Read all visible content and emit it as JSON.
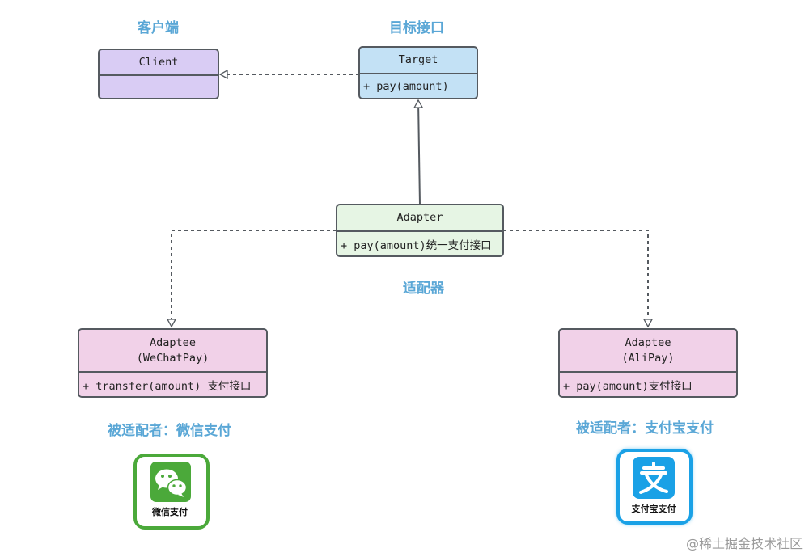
{
  "labels": {
    "client_caption": "客户端",
    "target_caption": "目标接口",
    "adapter_caption": "适配器",
    "wechat_caption": "被适配者：微信支付",
    "alipay_caption": "被适配者：支付宝支付"
  },
  "client": {
    "name": "Client",
    "method": ""
  },
  "target": {
    "name": "Target",
    "method": "+ pay(amount)"
  },
  "adapter": {
    "name": "Adapter",
    "method": "+ pay(amount)统一支付接口"
  },
  "wechat_adaptee": {
    "name": "Adaptee",
    "subname": "(WeChatPay)",
    "method": "+ transfer(amount) 支付接口"
  },
  "alipay_adaptee": {
    "name": "Adaptee",
    "subname": "(AliPay)",
    "method": "+ pay(amount)支付接口"
  },
  "wechat_logo": {
    "text": "微信支付",
    "icon": "wechat-icon",
    "color": "#4ba93a"
  },
  "alipay_logo": {
    "text": "支付宝支付",
    "icon": "alipay-icon",
    "color": "#1aa1e6"
  },
  "watermark": "@稀土掘金技术社区",
  "colors": {
    "caption": "#5aa7d6",
    "client_fill": "#d9ccf4",
    "target_fill": "#c3e1f5",
    "adapter_fill": "#e6f5e4",
    "adaptee_fill": "#f1d1e8",
    "border": "#555a60"
  }
}
